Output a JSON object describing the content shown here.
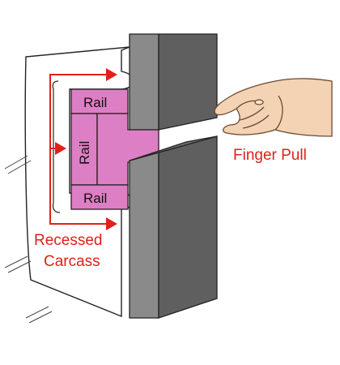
{
  "labels": {
    "rail_top": "Rail",
    "rail_middle": "Rail",
    "rail_bottom": "Rail",
    "recessed_line1": "Recessed",
    "recessed_line2": "Carcass",
    "finger_pull": "Finger Pull"
  },
  "colors": {
    "rail_fill": "#dd7fc4",
    "rail_stroke": "#222222",
    "door_front": "#8a8a8a",
    "door_side": "#5f5f5f",
    "carcass_fill": "#ffffff",
    "annotation_red": "#e0201a",
    "hand_skin": "#f4d3b4"
  },
  "icons": {
    "hand": "pinching-hand-icon",
    "arrows": "arrow-right-icon"
  }
}
